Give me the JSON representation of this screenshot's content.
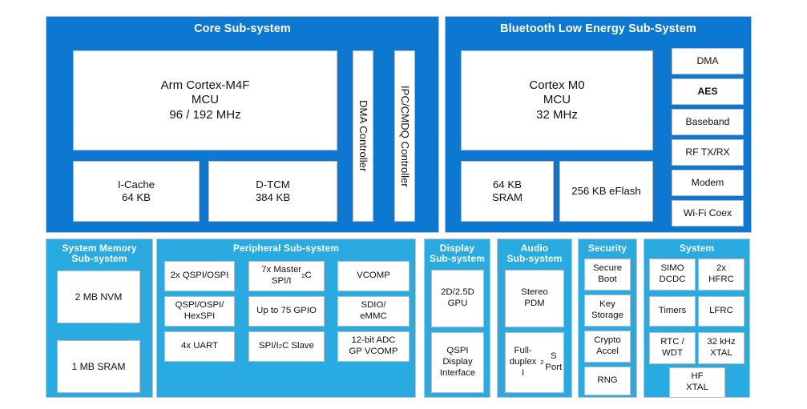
{
  "diagram": {
    "title": "SoC Block Diagram",
    "colors": {
      "primary_dark_blue": "#0d78d1",
      "secondary_light_blue": "#29abe2",
      "box_fill": "#ffffff",
      "box_border": "#b9bcbe",
      "title_text": "#ffffff",
      "box_text": "#101010"
    }
  },
  "core": {
    "title": "Core Sub-system",
    "mcu": "Arm Cortex-M4F\nMCU\n96 / 192 MHz",
    "icache": "I-Cache\n64 KB",
    "dtcm": "D-TCM\n384 KB",
    "dma_controller": "DMA Controller",
    "ipc_controller": "IPC/CMDQ Controller"
  },
  "ble": {
    "title": "Bluetooth Low Energy Sub-System",
    "mcu": "Cortex M0\nMCU\n32 MHz",
    "sram": "64 KB\nSRAM",
    "eflash": "256 KB eFlash",
    "blocks": [
      {
        "label": "DMA",
        "bold": false
      },
      {
        "label": "AES",
        "bold": true
      },
      {
        "label": "Baseband",
        "bold": false
      },
      {
        "label": "RF TX/RX",
        "bold": false
      },
      {
        "label": "Modem",
        "bold": false
      },
      {
        "label": "Wi-Fi Coex",
        "bold": false
      }
    ]
  },
  "system_memory": {
    "title": "System Memory\nSub-system",
    "blocks": [
      "2 MB NVM",
      "1 MB SRAM"
    ]
  },
  "peripheral": {
    "title": "Peripheral Sub-system",
    "blocks": [
      {
        "id": "qspi-ospi",
        "html": "2x QSPI/OSPI"
      },
      {
        "id": "master-spi-i2c",
        "html": "7x Master<br>SPI/I<sup>2</sup>C"
      },
      {
        "id": "vcomp",
        "html": "VCOMP"
      },
      {
        "id": "hexspi",
        "html": "QSPI/OSPI/<br>HexSPI"
      },
      {
        "id": "gpio",
        "html": "Up to 75 GPIO"
      },
      {
        "id": "sdio-emmc",
        "html": "SDIO/<br>eMMC"
      },
      {
        "id": "uart",
        "html": "4x UART"
      },
      {
        "id": "spi-i2c-slave",
        "html": "SPI/I<sup>2</sup>C Slave"
      },
      {
        "id": "adc-vcomp",
        "html": "12-bit ADC<br>GP VCOMP"
      }
    ]
  },
  "display": {
    "title": "Display\nSub-system",
    "blocks": [
      "2D/2.5D\nGPU",
      "QSPI\nDisplay\nInterface"
    ]
  },
  "audio": {
    "title": "Audio\nSub-system",
    "blocks": [
      {
        "id": "stereo-pdm",
        "html": "Stereo<br>PDM"
      },
      {
        "id": "i2s-port",
        "html": "Full-duplex<br>I<sup>2</sup>S Port"
      }
    ]
  },
  "security": {
    "title": "Security",
    "blocks": [
      "Secure\nBoot",
      "Key\nStorage",
      "Crypto\nAccel",
      "RNG"
    ]
  },
  "system": {
    "title": "System",
    "blocks": [
      "SIMO\nDCDC",
      "2x\nHFRC",
      "Timers",
      "LFRC",
      "RTC /\nWDT",
      "32 kHz\nXTAL"
    ],
    "wide_block": "HF\nXTAL"
  }
}
